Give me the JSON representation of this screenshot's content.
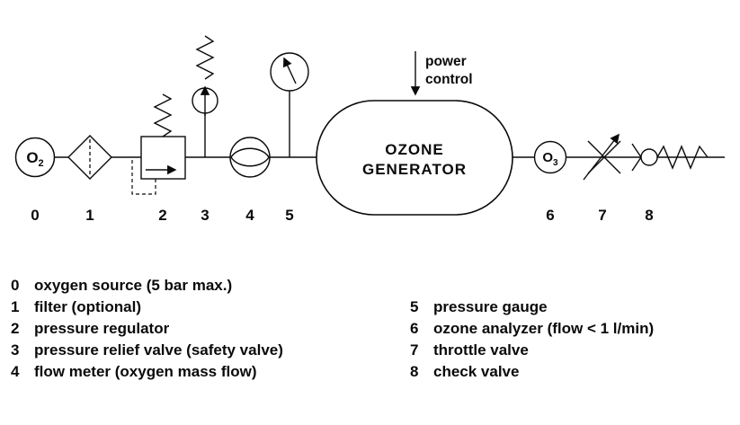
{
  "colors": {
    "ink": "#0a0a0a",
    "background": "#ffffff"
  },
  "diagram": {
    "oxygen": {
      "main": "O",
      "sub": "2"
    },
    "ozone": {
      "main": "O",
      "sub": "3"
    },
    "generator": {
      "line1": "OZONE",
      "line2": "GENERATOR"
    },
    "power": {
      "line1": "power",
      "line2": "control"
    },
    "numbers": [
      "0",
      "1",
      "2",
      "3",
      "4",
      "5",
      "6",
      "7",
      "8"
    ]
  },
  "legend": {
    "left": [
      {
        "num": "0",
        "text": "oxygen source (5 bar max.)"
      },
      {
        "num": "1",
        "text": "filter (optional)"
      },
      {
        "num": "2",
        "text": "pressure regulator"
      },
      {
        "num": "3",
        "text": "pressure relief valve (safety valve)"
      },
      {
        "num": "4",
        "text": "flow meter (oxygen mass flow)"
      }
    ],
    "right": [
      {
        "num": "5",
        "text": "pressure gauge"
      },
      {
        "num": "6",
        "text": "ozone analyzer (flow < 1 l/min)"
      },
      {
        "num": "7",
        "text": "throttle valve"
      },
      {
        "num": "8",
        "text": "check valve"
      }
    ]
  }
}
